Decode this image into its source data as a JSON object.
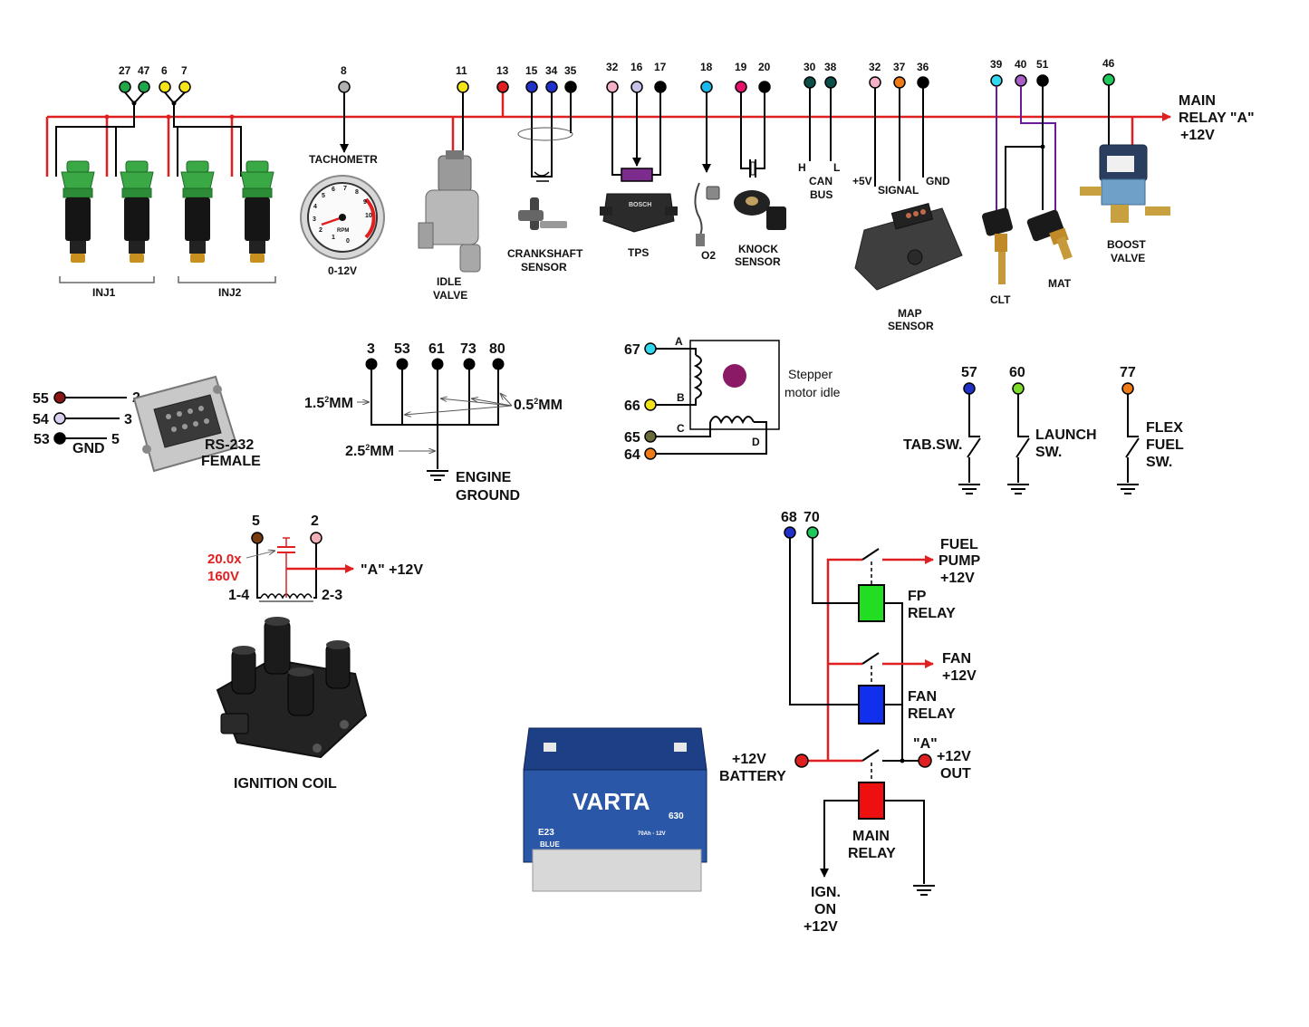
{
  "colors": {
    "power_rail": "#e02020",
    "wire": "#000000",
    "injector_green": "#3aa845",
    "fp_relay": "#22dd22",
    "fan_relay": "#1030ee",
    "main_relay": "#ee1010",
    "battery_blue": "#1d3f86"
  },
  "pins": {
    "p27": "27",
    "p47": "47",
    "p6": "6",
    "p7": "7",
    "p8": "8",
    "p11": "11",
    "p13": "13",
    "p15": "15",
    "p34": "34",
    "p35": "35",
    "p32a": "32",
    "p16": "16",
    "p17": "17",
    "p18": "18",
    "p19": "19",
    "p20": "20",
    "p30": "30",
    "p38": "38",
    "p32b": "32",
    "p37": "37",
    "p36": "36",
    "p39": "39",
    "p40": "40",
    "p51": "51",
    "p46": "46",
    "p3": "3",
    "p53": "53",
    "p61": "61",
    "p73": "73",
    "p80": "80",
    "p67": "67",
    "p66": "66",
    "p65": "65",
    "p64": "64",
    "p55": "55",
    "p54": "54",
    "p53b": "53",
    "p57": "57",
    "p60": "60",
    "p77": "77",
    "p5": "5",
    "p2": "2",
    "p68": "68",
    "p70": "70"
  },
  "labels": {
    "inj1": "INJ1",
    "inj2": "INJ2",
    "tacho": "TACHOMETR",
    "tacho_range": "0-12V",
    "idle1": "IDLE",
    "idle2": "VALVE",
    "crank1": "CRANKSHAFT",
    "crank2": "SENSOR",
    "tps": "TPS",
    "o2": "O2",
    "knock1": "KNOCK",
    "knock2": "SENSOR",
    "can_h": "H",
    "can_l": "L",
    "can1": "CAN",
    "can2": "BUS",
    "map_5v": "+5V",
    "map_signal": "SIGNAL",
    "map_gnd": "GND",
    "map1": "MAP",
    "map2": "SENSOR",
    "clt": "CLT",
    "mat": "MAT",
    "boost1": "BOOST",
    "boost2": "VALVE",
    "main_relay_1": "MAIN",
    "main_relay_2": "RELAY  \"A\"",
    "main_relay_3": "+12V",
    "rs_2": "2",
    "rs_3": "3",
    "rs_5": "5",
    "rs_gnd": "GND",
    "rs1": "RS-232",
    "rs2": "FEMALE",
    "gnd_15": "1.5",
    "gnd_05": "0.5",
    "gnd_25": "2.5",
    "sup2": "2",
    "mm": "MM",
    "eng1": "ENGINE",
    "eng2": "GROUND",
    "step_a": "A",
    "step_b": "B",
    "step_c": "C",
    "step_d": "D",
    "step1": "Stepper",
    "step2": "motor idle",
    "tab": "TAB.SW.",
    "launch1": "LAUNCH",
    "launch2": "SW.",
    "flex1": "FLEX",
    "flex2": "FUEL",
    "flex3": "SW.",
    "cap1": "20.0x",
    "cap2": "160V",
    "coil_a": "\"A\" +12V",
    "coil_14": "1-4",
    "coil_23": "2-3",
    "coil": "IGNITION COIL",
    "fp1": "FUEL",
    "fp2": "PUMP",
    "fp3": "+12V",
    "fpr1": "FP",
    "fpr2": "RELAY",
    "fan1": "FAN",
    "fan2": "+12V",
    "fanr1": "FAN",
    "fanr2": "RELAY",
    "bat1": "+12V",
    "bat2": "BATTERY",
    "out_a": "\"A\"",
    "out1": "+12V",
    "out2": "OUT",
    "mr1": "MAIN",
    "mr2": "RELAY",
    "ign1": "IGN.",
    "ign2": "ON",
    "ign3": "+12V"
  },
  "images": {
    "battery_brand": "VARTA",
    "battery_model": "E23",
    "battery_code": "630",
    "battery_spec": "70Ah - 12V",
    "battery_line": "BLUE",
    "tps_brand": "BOSCH",
    "gauge_scale": [
      "0",
      "1",
      "2",
      "3",
      "4",
      "5",
      "6",
      "7",
      "8",
      "9",
      "10"
    ],
    "gauge_unit": "RPM"
  }
}
